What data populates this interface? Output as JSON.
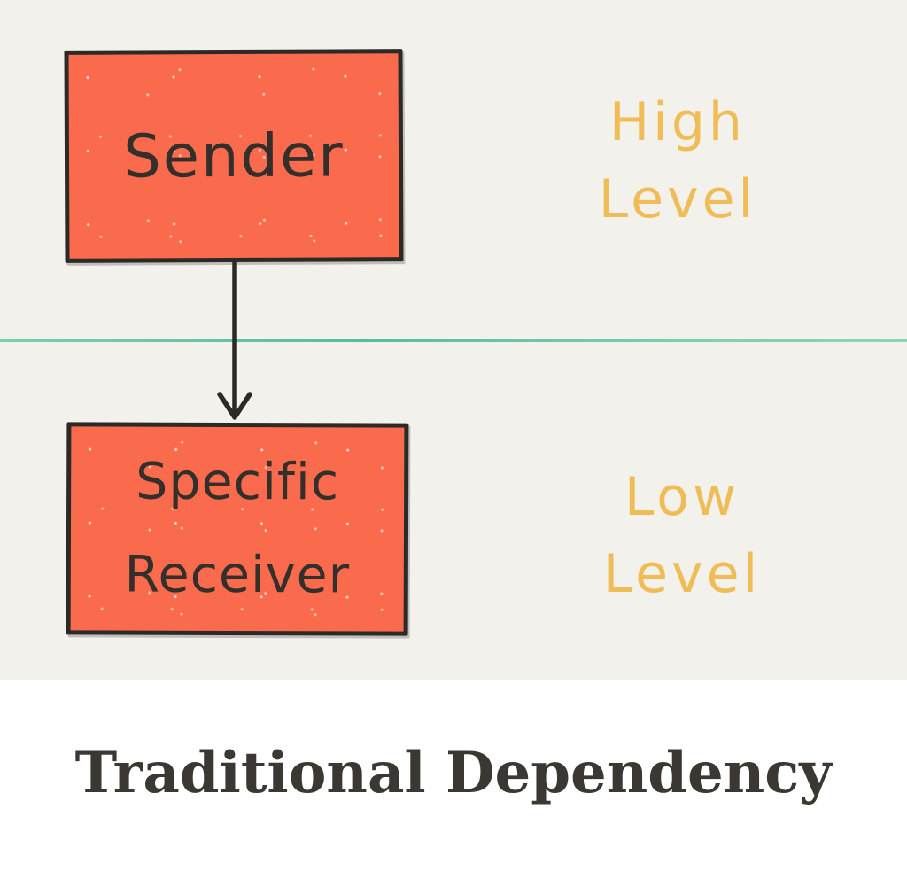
{
  "canvas": {
    "top_background": "#f3f1ec",
    "caption_background": "#ffffff"
  },
  "sender_box": {
    "label": "Sender",
    "fill": "#fa6b4d",
    "border_color": "#2b2a26",
    "text_color": "#33302b"
  },
  "receiver_box": {
    "label_line1": "Specific",
    "label_line2": "Receiver",
    "fill": "#fa6b4d",
    "border_color": "#2b2a26",
    "text_color": "#33302b"
  },
  "level_labels": {
    "color": "#efbc55",
    "high": {
      "line1": "High",
      "line2": "Level"
    },
    "low": {
      "line1": "Low",
      "line2": "Level"
    }
  },
  "divider": {
    "color": "#54bda1"
  },
  "arrow": {
    "color": "#2b2a26",
    "direction": "sender-to-receiver"
  },
  "title": {
    "text": "Traditional Dependency",
    "color": "#3b3733"
  }
}
